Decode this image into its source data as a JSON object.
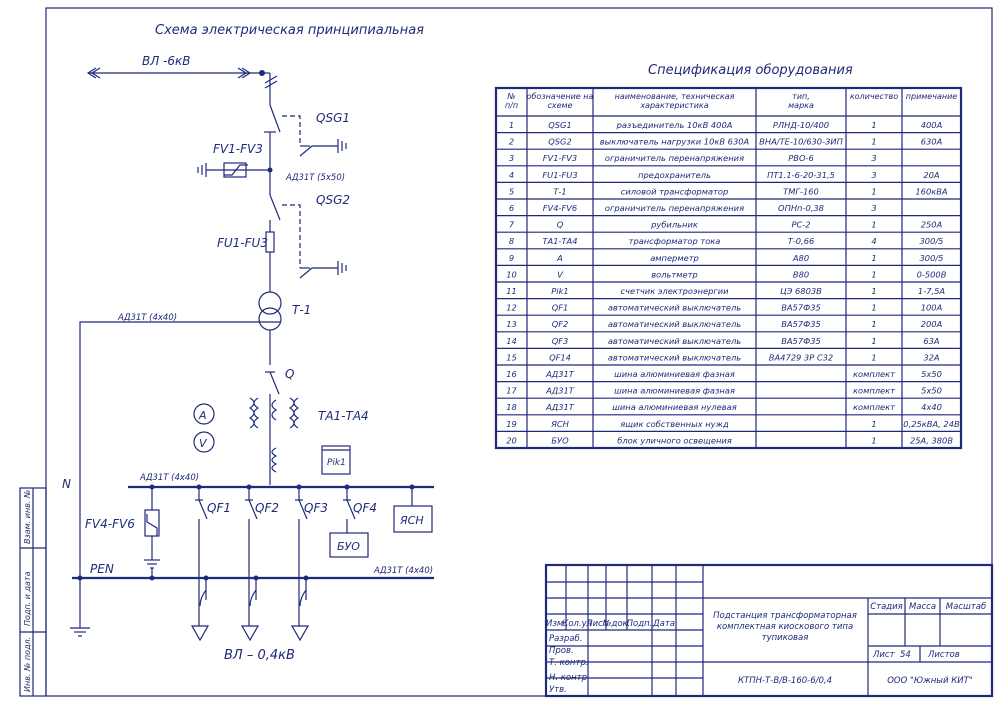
{
  "scheme": {
    "title": "Схема электрическая принципиальная",
    "line_in": "ВЛ -6кВ",
    "qsg1": "QSG1",
    "qsg2": "QSG2",
    "fv13": "FV1-FV3",
    "cable_top": "АД31Т (5х50)",
    "fu13": "FU1-FU3",
    "t1": "Т-1",
    "cable_left": "АД31Т (4х40)",
    "q": "Q",
    "a": "A",
    "v": "V",
    "ta": "ТА1-ТА4",
    "pik": "Pik1",
    "bus_cable": "АД31Т (4х40)",
    "n": "N",
    "fv46": "FV4-FV6",
    "qf1": "QF1",
    "qf2": "QF2",
    "qf3": "QF3",
    "qf4": "QF4",
    "yasn": "ЯСН",
    "buo": "БУО",
    "pen": "PEN",
    "pen_cable": "АД31Т (4х40)",
    "line_out": "ВЛ – 0,4кВ"
  },
  "spec": {
    "title": "Спецификация оборудования",
    "headers": [
      "№ п/п",
      "обозначение на схеме",
      "наименование, техническая характеристика",
      "тип, марка",
      "количество",
      "примечание"
    ],
    "rows": [
      [
        "1",
        "QSG1",
        "разъединитель 10кВ 400А",
        "РЛНД-10/400",
        "1",
        "400А"
      ],
      [
        "2",
        "QSG2",
        "выключатель нагрузки 10кВ 630А",
        "ВНА/ТЕ-10/630-ЗИП",
        "1",
        "630А"
      ],
      [
        "3",
        "FV1-FV3",
        "ограничитель перенапряжения",
        "РВО-6",
        "3",
        ""
      ],
      [
        "4",
        "FU1-FU3",
        "предохранитель",
        "ПТ1.1-6-20-31,5",
        "3",
        "20А"
      ],
      [
        "5",
        "Т-1",
        "силовой трансформатор",
        "ТМГ-160",
        "1",
        "160кВА"
      ],
      [
        "6",
        "FV4-FV6",
        "ограничитель перенапряжения",
        "ОПНп-0,38",
        "3",
        ""
      ],
      [
        "7",
        "Q",
        "рубильник",
        "РС-2",
        "1",
        "250А"
      ],
      [
        "8",
        "ТА1-ТА4",
        "трансформатор тока",
        "Т-0,66",
        "4",
        "300/5"
      ],
      [
        "9",
        "А",
        "амперметр",
        "А80",
        "1",
        "300/5"
      ],
      [
        "10",
        "V",
        "вольтметр",
        "В80",
        "1",
        "0-500В"
      ],
      [
        "11",
        "Pik1",
        "счетчик электроэнергии",
        "ЦЭ 6803В",
        "1",
        "1-7,5А"
      ],
      [
        "12",
        "QF1",
        "автоматический выключатель",
        "ВА57Ф35",
        "1",
        "100А"
      ],
      [
        "13",
        "QF2",
        "автоматический выключатель",
        "ВА57Ф35",
        "1",
        "200А"
      ],
      [
        "14",
        "QF3",
        "автоматический выключатель",
        "ВА57Ф35",
        "1",
        "63А"
      ],
      [
        "15",
        "QF14",
        "автоматический выключатель",
        "ВА4729 3Р С32",
        "1",
        "32А"
      ],
      [
        "16",
        "АД31Т",
        "шина алюминиевая фазная",
        "",
        "комплект",
        "5х50"
      ],
      [
        "17",
        "АД31Т",
        "шина алюминиевая фазная",
        "",
        "комплект",
        "5х50"
      ],
      [
        "18",
        "АД31Т",
        "шина алюминиевая нулевая",
        "",
        "комплект",
        "4х40"
      ],
      [
        "19",
        "ЯСН",
        "ящик собственных нужд",
        "",
        "1",
        "0,25кВА, 24В"
      ],
      [
        "20",
        "БУО",
        "блок уличного освещения",
        "",
        "1",
        "25А, 380В"
      ]
    ]
  },
  "stamp": {
    "cols": [
      "Изм.",
      "Кол.уч",
      "Лист",
      "№док.",
      "Подп.",
      "Дата"
    ],
    "roles": [
      "Разраб.",
      "Пров.",
      "Т. контр.",
      "Н. контр.",
      "Утв."
    ],
    "description": [
      "Подстанция трансформаторная",
      "комплектная киоскового типа",
      "тупиковая"
    ],
    "stage_labels": [
      "Стадия",
      "Масса",
      "Масштаб"
    ],
    "sheet": "Лист",
    "sheet_no": "54",
    "sheets": "Листов",
    "code": "КТПН-Т-В/В-160-6/0,4",
    "org": "ООО \"Южный КИТ\""
  },
  "side": [
    "Инв. № подл.",
    "Подп. и дата",
    "Взам. инв. №"
  ]
}
